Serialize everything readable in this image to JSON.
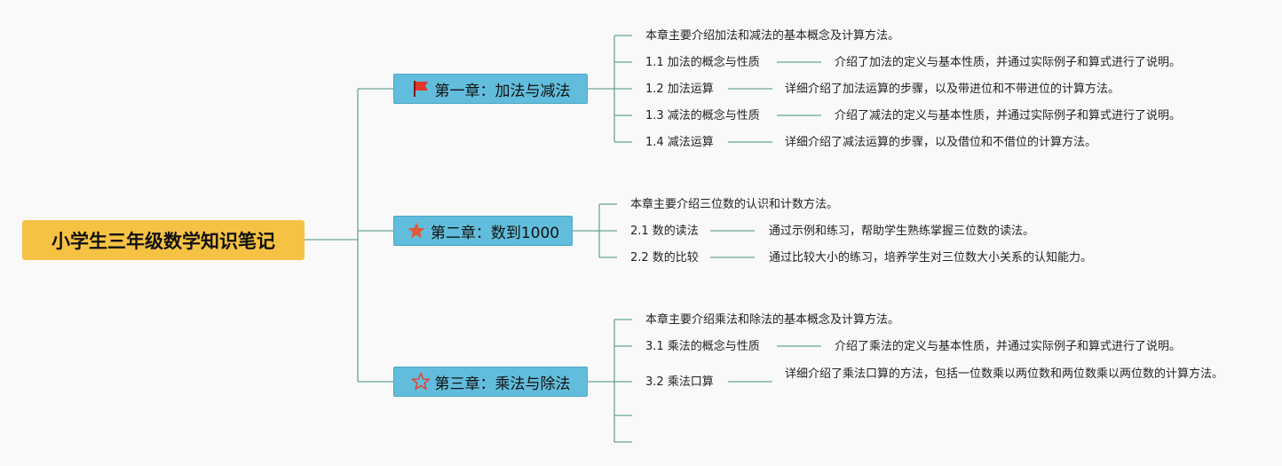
{
  "title": "小学生三年级数学知识笔记",
  "chapters": [
    {
      "label": "第一章：加法与减法",
      "icon": "flag-icon",
      "intro": "本章主要介绍加法和减法的基本概念及计算方法。",
      "sections": [
        {
          "title": "1.1 加法的概念与性质",
          "desc": "介绍了加法的定义与基本性质，并通过实际例子和算式进行了说明。"
        },
        {
          "title": "1.2 加法运算",
          "desc": "详细介绍了加法运算的步骤，以及带进位和不带进位的计算方法。"
        },
        {
          "title": "1.3 减法的概念与性质",
          "desc": "介绍了减法的定义与基本性质，并通过实际例子和算式进行了说明。"
        },
        {
          "title": "1.4 减法运算",
          "desc": "详细介绍了减法运算的步骤，以及借位和不借位的计算方法。"
        }
      ]
    },
    {
      "label": "第二章：数到1000",
      "icon": "star-filled-icon",
      "intro": "本章主要介绍三位数的认识和计数方法。",
      "sections": [
        {
          "title": "2.1 数的读法",
          "desc": "通过示例和练习，帮助学生熟练掌握三位数的读法。"
        },
        {
          "title": "2.2 数的比较",
          "desc": "通过比较大小的练习，培养学生对三位数大小关系的认知能力。"
        }
      ]
    },
    {
      "label": "第三章：乘法与除法",
      "icon": "star-outline-icon",
      "intro": "本章主要介绍乘法和除法的基本概念及计算方法。",
      "sections": [
        {
          "title": "3.1 乘法的概念与性质",
          "desc": "介绍了乘法的定义与基本性质，并通过实际例子和算式进行了说明。"
        },
        {
          "title": "3.2 乘法口算",
          "desc": "详细介绍了乘法口算的方法，包括一位数乘以两位数和两位数乘以两位数的计算方法。"
        },
        {
          "title": "",
          "desc": ""
        },
        {
          "title": "",
          "desc": ""
        }
      ]
    }
  ],
  "colors": {
    "root_bg": "#f6c244",
    "chapter_bg": "#62bddc",
    "line": "#6aa597",
    "flag": "#e0382a",
    "star_filled": "#e2583a",
    "star_outline": "#e0453a"
  }
}
